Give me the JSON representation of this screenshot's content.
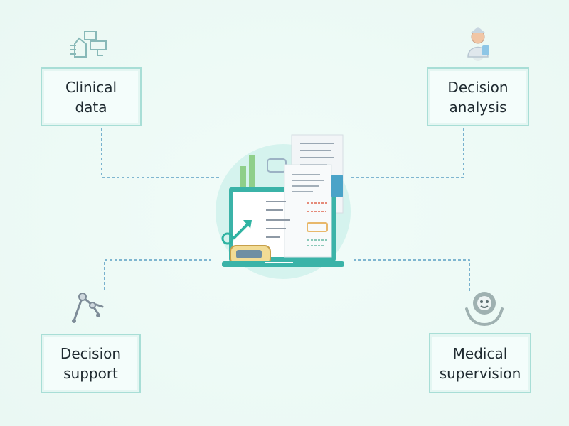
{
  "nodes": {
    "clinical_data": {
      "line1": "Clinical",
      "line2": "data",
      "icon": "data-documents-icon"
    },
    "decision_analysis": {
      "line1": "Decision",
      "line2": "analysis",
      "icon": "medical-professional-icon"
    },
    "decision_support": {
      "line1": "Decision",
      "line2": "support",
      "icon": "robotic-arm-icon"
    },
    "medical_supervision": {
      "line1": "Medical",
      "line2": "supervision",
      "icon": "supervisor-hands-icon"
    }
  },
  "center": {
    "icon": "laptop-clinical-dashboard-icon"
  },
  "colors": {
    "accent": "#4bb8b0",
    "box_border": "#a8ded6",
    "connector": "#5a9fc4",
    "text": "#1f2a30"
  }
}
